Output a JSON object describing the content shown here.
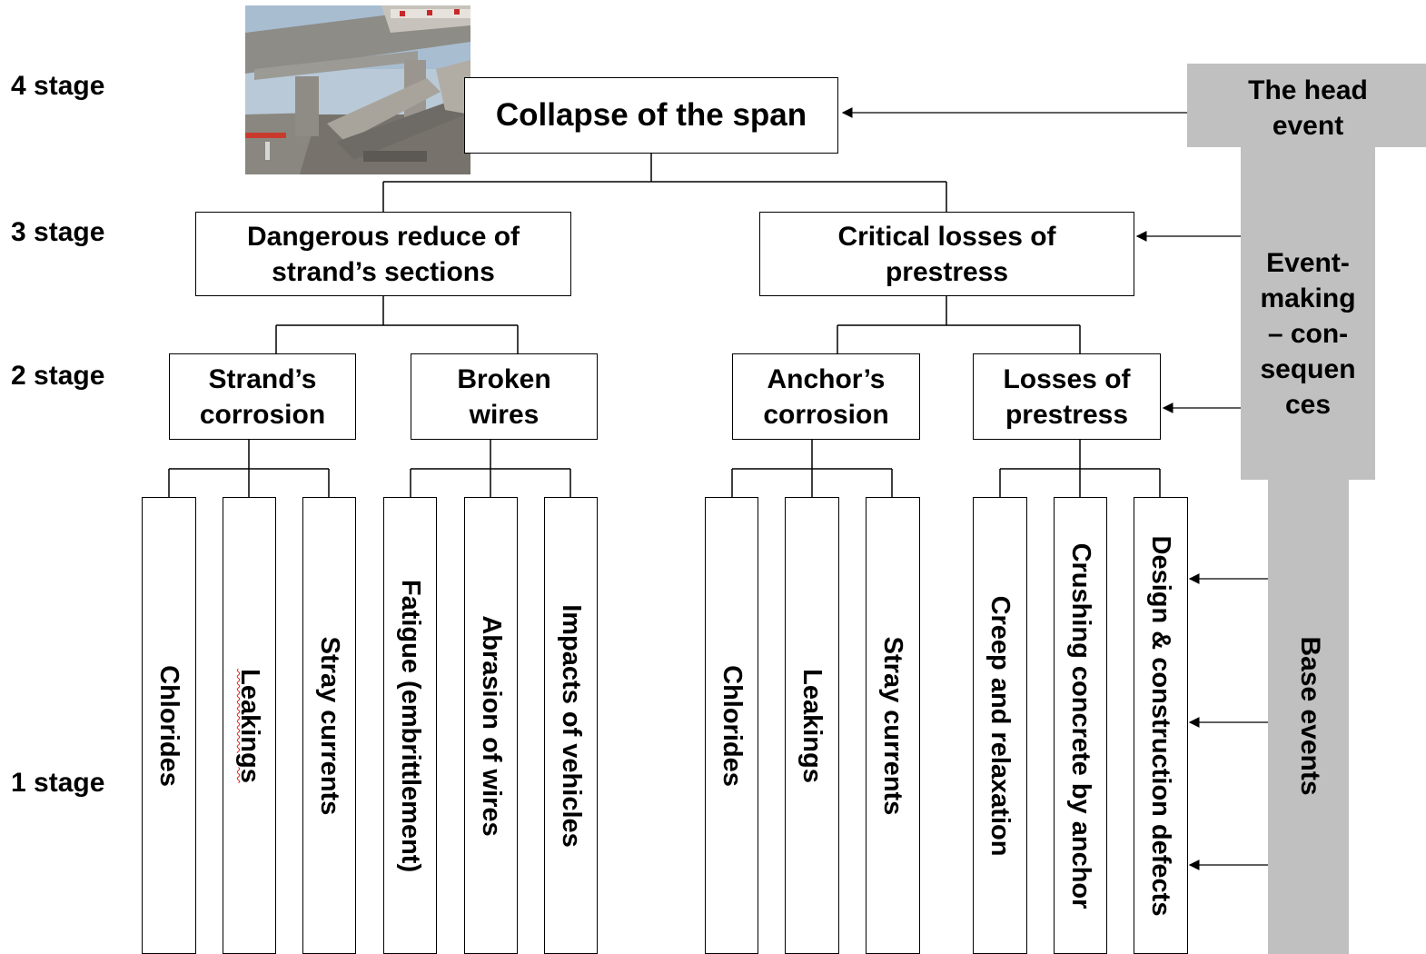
{
  "stages": [
    "4 stage",
    "3 stage",
    "2 stage",
    "1 stage"
  ],
  "head_event": "Collapse of the span",
  "level3": [
    "Dangerous reduce of\nstrand’s sections",
    "Critical losses of\nprestress"
  ],
  "level2": [
    "Strand’s\ncorrosion",
    "Broken\nwires",
    "Anchor’s\ncorrosion",
    "Losses of\nprestress"
  ],
  "level1": [
    "Chlorides",
    "Leakings",
    "Stray currents",
    "Fatigue (embrittlement)",
    "Abrasion of wires",
    "Impacts of vehicles",
    "Chlorides",
    "Leakings",
    "Stray currents",
    "Creep and relaxation",
    "Crushing concrete by anchor",
    "Design & construction  defects"
  ],
  "side_labels": {
    "head": "The head\nevent",
    "middle": "Event-\nmaking\n– con-\nsequen\nces",
    "base": "Base events"
  },
  "photo": {
    "icon": "bridge-collapse-photo"
  },
  "colors": {
    "side_band": "#c0c0c0",
    "lines": "#000000"
  }
}
